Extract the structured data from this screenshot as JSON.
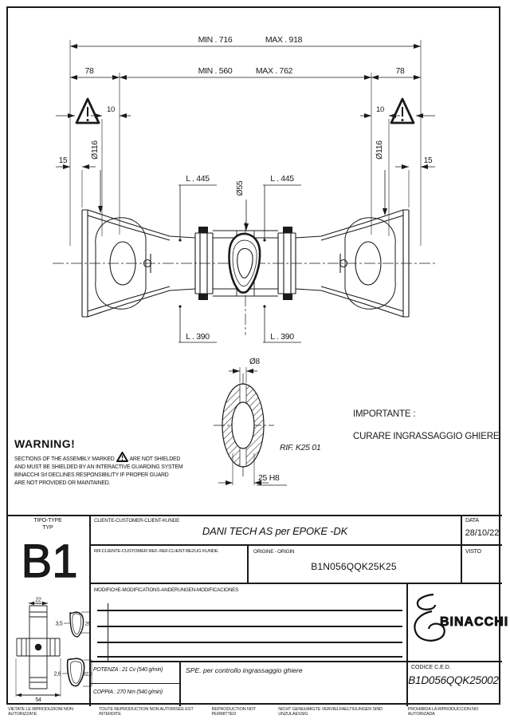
{
  "colors": {
    "ink": "#1a1a1a",
    "paper": "#ffffff"
  },
  "drawing": {
    "dim_overall_min": "MIN . 716",
    "dim_overall_max": "MAX . 918",
    "dim_left_78": "78",
    "dim_closed_min": "MIN . 560",
    "dim_closed_max": "MAX . 762",
    "dim_right_78": "78",
    "dim_left_10": "10",
    "dim_right_10": "10",
    "dim_left_dia116": "Ø116",
    "dim_right_dia116": "Ø116",
    "dim_left_15": "15",
    "dim_right_15": "15",
    "dim_left_L445": "L . 445",
    "dim_right_L445": "L . 445",
    "dim_dia55": "Ø55",
    "dim_left_L390": "L . 390",
    "dim_right_L390": "L . 390",
    "dim_dia8": "Ø8",
    "dim_25H8": "25 H8",
    "rif_note": "RIF. K25 01",
    "importante_title": "IMPORTANTE :",
    "importante_body": "CURARE INGRASSAGGIO GHIERE",
    "warning_title": "WARNING!",
    "warning_line1a": "SECTIONS OF THE ASSEMBLY MARKED",
    "warning_line1b": "ARE NOT SHIELDED",
    "warning_line2": "AND MUST BE SHIELDED BY AN INTERACTIVE GUARDING SYSTEM",
    "warning_line3": "BINACCHI Srl DECLINES RESPONSIBILITY IF PROPER GUARD",
    "warning_line4": "ARE NOT PROVIDED OR MAINTAINED."
  },
  "titleblock": {
    "tipo_label": "TIPO-TYPE",
    "tipo_label2": "TYP",
    "tipo_value": "B1",
    "cliente_label": "CLIENTE-CUSTOMER-CLIENT-KUNDE",
    "cliente_value": "DANI TECH AS per EPOKE -DK",
    "data_label": "DATA",
    "data_value": "28/10/22",
    "rif_cliente_label": "RIF.CLIENTE-CUSTOMER REF.-REF.CLIENT-BEZUG KUNDE",
    "origine_label": "ORIGINE - ORIGIN",
    "origine_value": "B1N056QQK25K25",
    "visto_label": "VISTO",
    "modifiche_label": "MODIFICHE-MODIFICATIONS-ANDERUNGEN-MODIFICACIONES",
    "potenza_value": "POTENZA : 21 Cv (540 g/min)",
    "coppia_value": "COPPIA : 270 Nm (540 g/min)",
    "spe_note": "SPE. per controllo ingrassaggio ghiere",
    "codice_label": "CODICE C.E.D.",
    "codice_value": "B1D056QQK25002",
    "logo_text": "BINACCHI"
  },
  "mini_drawing": {
    "dim_22": "22",
    "dim_54": "54",
    "dim_3_5": "3,5",
    "dim_26": "26",
    "dim_2_6": "2,6",
    "dim_32_5": "32,5"
  },
  "footer": {
    "notices": [
      "VIETATE LE RIPRODUZIONI NON AUTORIZZATE",
      "TOUTE REPRODUCTION NON AUTORISEE EST INTERDITE",
      "REPRODUCTION NOT PERMITTED",
      "NICHT GENEHMIGTE VERVIELFAELTIGUNGEN SIND UNZULAESSIG",
      "PROHIBIDA LA RIPRODUCCION NO AUTORIZADA"
    ]
  }
}
